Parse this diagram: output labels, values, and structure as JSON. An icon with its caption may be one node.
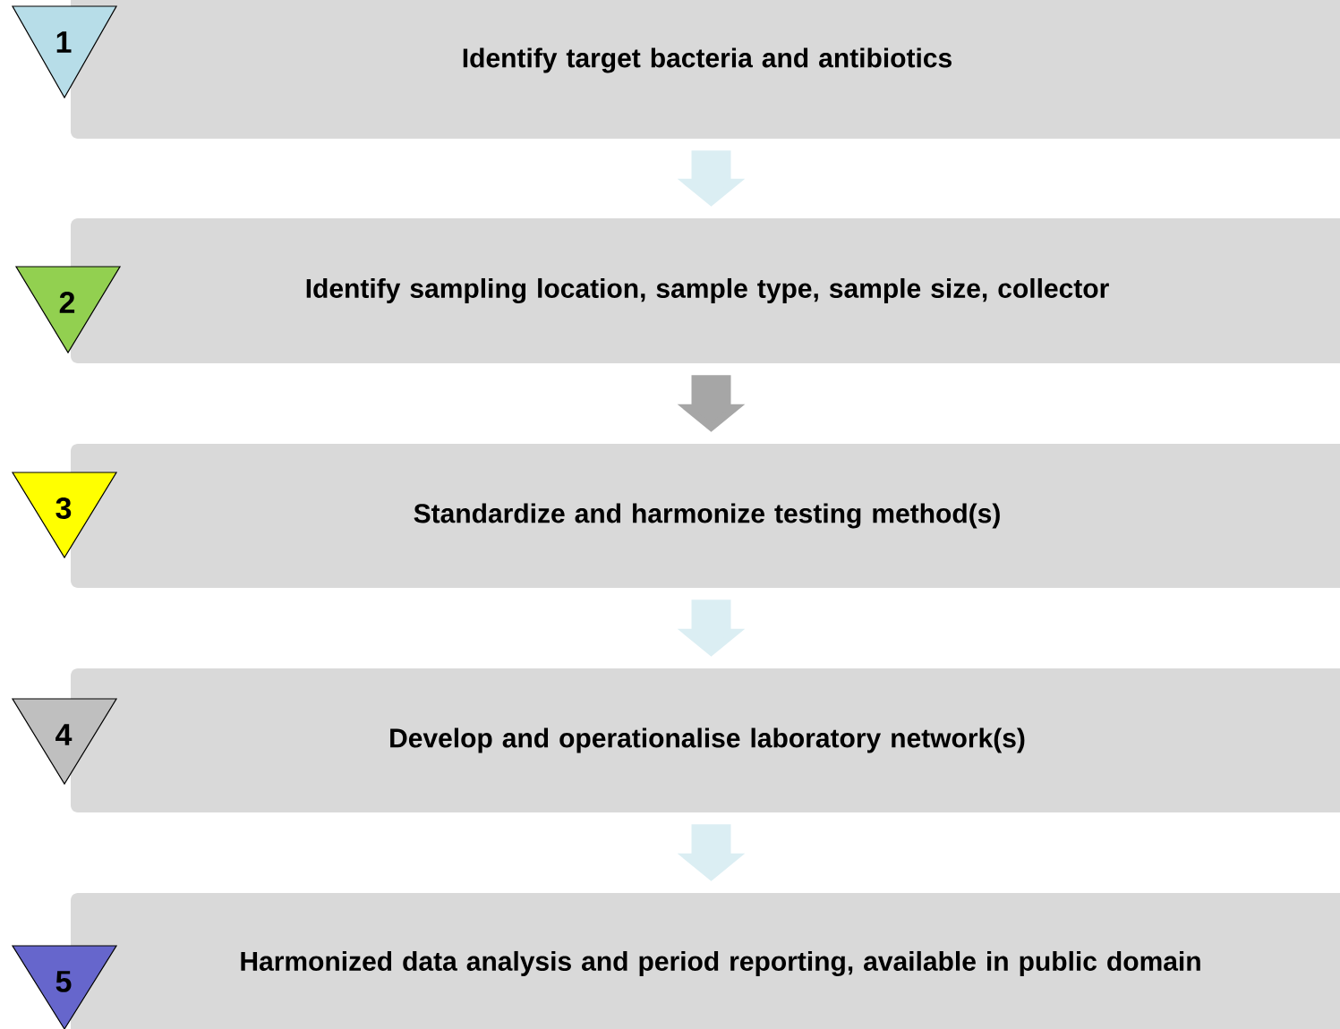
{
  "diagram": {
    "nodes": [
      {
        "text": [
          "1"
        ]
      },
      {
        "text": [
          "Identify target bacteria and antibiotics"
        ]
      },
      {
        "text": [
          "2"
        ]
      },
      {
        "text": [
          "Identify sampling location,  sample type,  sample size, collector"
        ]
      },
      {
        "text": [
          "3"
        ]
      },
      {
        "text": [
          "Standardize and harmonize testing method(s)"
        ]
      },
      {
        "text": [
          "4"
        ]
      },
      {
        "text": [
          "Develop and operationalise laboratory network(s)"
        ]
      },
      {
        "text": [
          "5"
        ]
      },
      {
        "text": [
          "Harmonized data analysis and period reporting, available in public domain"
        ]
      }
    ],
    "edges": [
      {
        "from": 1,
        "to": 3,
        "arrow": "to"
      },
      {
        "from": 3,
        "to": 5,
        "arrow": "to",
        "color": "#a6a6a6"
      },
      {
        "from": 5,
        "to": 7,
        "arrow": "to"
      },
      {
        "from": 7,
        "to": 9,
        "arrow": "to"
      }
    ]
  }
}
